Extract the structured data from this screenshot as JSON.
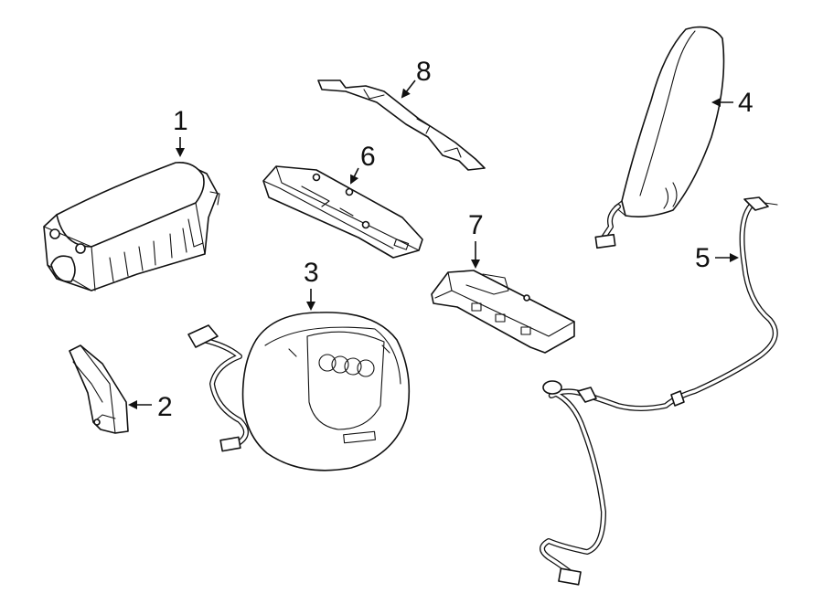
{
  "diagram": {
    "callouts": [
      {
        "id": "1",
        "label": "1"
      },
      {
        "id": "2",
        "label": "2"
      },
      {
        "id": "3",
        "label": "3"
      },
      {
        "id": "4",
        "label": "4"
      },
      {
        "id": "5",
        "label": "5"
      },
      {
        "id": "6",
        "label": "6"
      },
      {
        "id": "7",
        "label": "7"
      },
      {
        "id": "8",
        "label": "8"
      }
    ],
    "colors": {
      "line": "#111111",
      "background": "#ffffff"
    }
  }
}
